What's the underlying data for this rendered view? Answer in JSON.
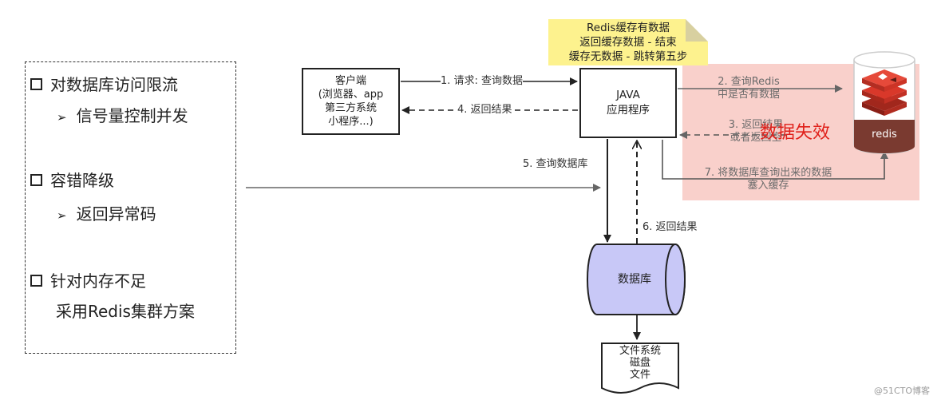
{
  "left_panel": {
    "items": [
      {
        "type": "main",
        "text": "对数据库访问限流"
      },
      {
        "type": "sub",
        "text": "信号量控制并发"
      },
      {
        "type": "main",
        "text": "容错降级"
      },
      {
        "type": "sub",
        "text": "返回异常码"
      },
      {
        "type": "main",
        "text": "针对内存不足"
      },
      {
        "type": "plain",
        "text": "采用Redis集群方案"
      }
    ]
  },
  "note": {
    "lines": [
      "Redis缓存有数据",
      "返回缓存数据 - 结束",
      "缓存无数据 - 跳转第五步"
    ]
  },
  "client": {
    "lines": [
      "客户端",
      "(浏览器、app",
      "第三方系统",
      "小程序...)"
    ]
  },
  "java": {
    "lines": [
      "JAVA",
      "应用程序"
    ]
  },
  "database": {
    "label": "数据库"
  },
  "filesystem": {
    "lines": [
      "文件系统",
      "磁盘",
      "文件"
    ]
  },
  "redis": {
    "label": "redis"
  },
  "edges": {
    "e1": "1. 请求: 查询数据",
    "e4": "4. 返回结果",
    "e2": [
      "2. 查询Redis",
      "中是否有数据"
    ],
    "e3": [
      "3. 返回结果",
      "或者返回空"
    ],
    "e7": [
      "7. 将数据库查询出来的数据",
      "塞入缓存"
    ],
    "e5": "5. 查询数据库",
    "e6": "6. 返回结果"
  },
  "overlay_text": "数据失效",
  "watermark": "@51CTO博客",
  "colors": {
    "pink_zone": "#f4aaa0",
    "note_yellow": "#fdf28e",
    "database_fill": "#c8c8f7",
    "redis_red": "#d9382a",
    "redis_base": "#7a3a30",
    "alert_red": "#e0201a"
  }
}
